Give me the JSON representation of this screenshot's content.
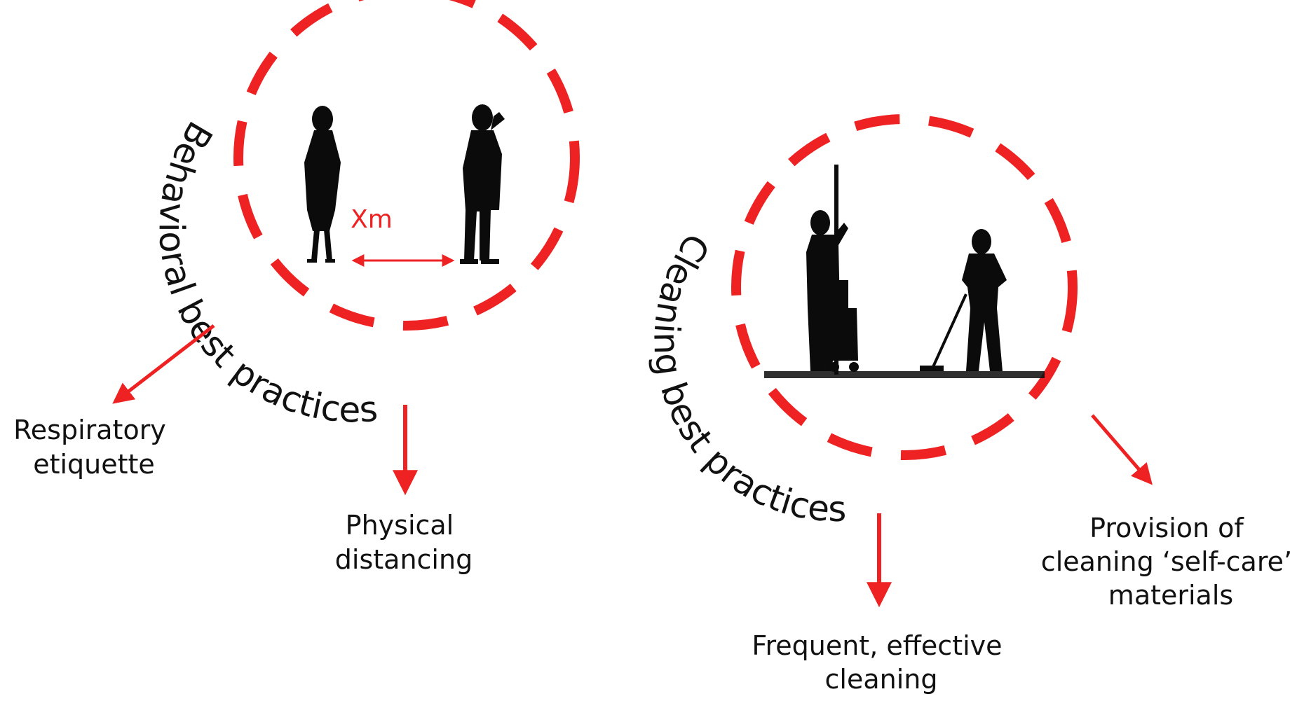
{
  "colors": {
    "accent": "#ee2222",
    "text": "#111111",
    "silhouette": "#0b0b0b"
  },
  "behavioral": {
    "title": "Behavioral best practices",
    "distance_label": "Xm",
    "outcomes": [
      {
        "line1": "Respiratory",
        "line2": "etiquette"
      },
      {
        "line1": "Physical",
        "line2": "distancing"
      }
    ]
  },
  "cleaning": {
    "title": "Cleaning best practices",
    "outcomes": [
      {
        "line1": "Frequent, effective",
        "line2": "cleaning"
      },
      {
        "line1": "Provision of",
        "line2": "cleaning ‘self-care’",
        "line3": "materials"
      }
    ]
  }
}
